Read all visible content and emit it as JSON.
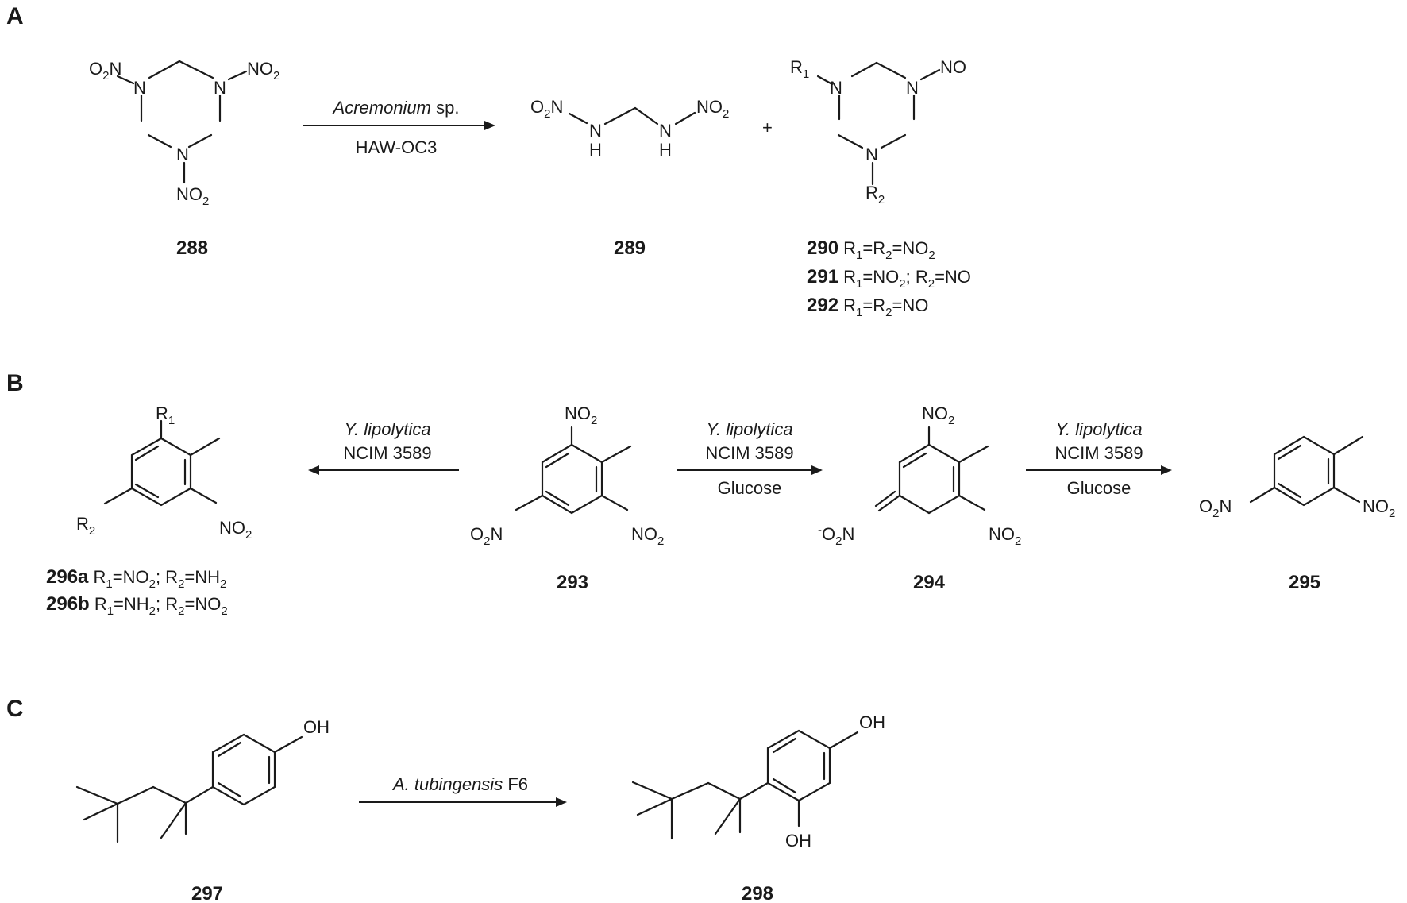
{
  "panels": {
    "A": {
      "label": "A",
      "compound_288": "288",
      "compound_289": "289",
      "conditions": {
        "organism": "Acremonium",
        "suffix": " sp.",
        "strain": "HAW-OC3"
      },
      "plus": "+",
      "variants": [
        {
          "id": "290",
          "text": "R1=R2=NO2"
        },
        {
          "id": "291",
          "text": "R1=NO2; R2=NO"
        },
        {
          "id": "292",
          "text": "R1=R2=NO"
        }
      ]
    },
    "B": {
      "label": "B",
      "compound_293": "293",
      "compound_294": "294",
      "compound_295": "295",
      "arrow_left": {
        "organism": "Y. lipolytica",
        "strain": "NCIM 3589"
      },
      "arrow_mid": {
        "organism": "Y. lipolytica",
        "strain": "NCIM 3589",
        "cofactor": "Glucose"
      },
      "arrow_right": {
        "organism": "Y. lipolytica",
        "strain": "NCIM 3589",
        "cofactor": "Glucose"
      },
      "variants": [
        {
          "id": "296a",
          "text": "R1=NO2; R2=NH2"
        },
        {
          "id": "296b",
          "text": "R1=NH2; R2=NO2"
        }
      ]
    },
    "C": {
      "label": "C",
      "compound_297": "297",
      "compound_298": "298",
      "conditions": {
        "organism": "A. tubingensis",
        "strain": " F6"
      }
    }
  },
  "atoms": {
    "N": "N",
    "H": "H",
    "OH": "OH",
    "NO": "NO",
    "O": "O",
    "R": "R",
    "NO2_prefix": "NO",
    "O2N_prefix": "O",
    "sub_1": "1",
    "sub_2": "2",
    "minus": "-"
  }
}
